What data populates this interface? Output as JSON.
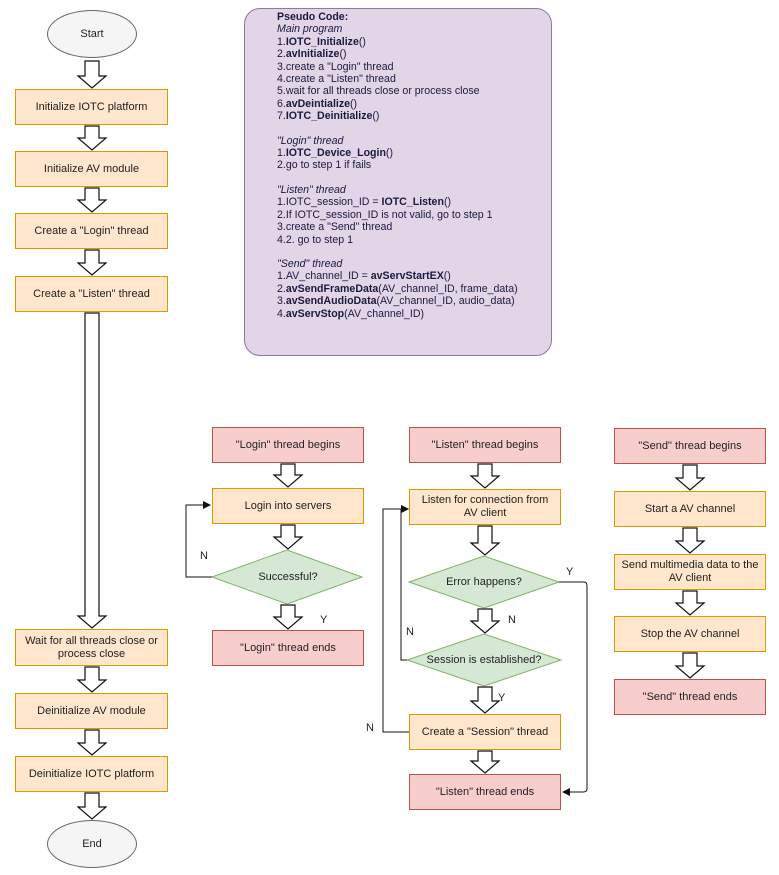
{
  "main": {
    "start": "Start",
    "end": "End",
    "steps": [
      "Initialize IOTC platform",
      "Initialize AV module",
      "Create a \"Login\" thread",
      "Create a \"Listen\" thread",
      "Wait for all threads close or process close",
      "Deinitialize AV module",
      "Deinitialize IOTC platform"
    ]
  },
  "pseudo": {
    "title": "Pseudo Code",
    "main_label": "Main program",
    "main_lines": [
      {
        "num": "1.",
        "bold": "IOTC_Initialize",
        "rest": "()"
      },
      {
        "num": "2.",
        "bold": "avInitialize",
        "rest": "()"
      },
      {
        "num": "3.",
        "bold": "",
        "rest": "create a \"Login\" thread"
      },
      {
        "num": "4.",
        "bold": "",
        "rest": "create a \"Listen\" thread"
      },
      {
        "num": "5.",
        "bold": "",
        "rest": "wait for all threads close or process close"
      },
      {
        "num": "6.",
        "bold": "avDeintialize",
        "rest": "()"
      },
      {
        "num": "7.",
        "bold": "IOTC_Deinitialize",
        "rest": "()"
      }
    ],
    "login_label": "\"Login\" thread",
    "login_lines": [
      {
        "num": "1.",
        "bold": "IOTC_Device_Login",
        "rest": "()"
      },
      {
        "num": "2.",
        "bold": "",
        "rest": "go to step 1 if fails"
      }
    ],
    "listen_label": "\"Listen\" thread",
    "listen_lines": [
      {
        "num": "1.",
        "pre": "IOTC_session_ID = ",
        "bold": "IOTC_Listen",
        "rest": "()"
      },
      {
        "num": "2.",
        "bold": "",
        "rest": "If IOTC_session_ID is not valid, go to step 1"
      },
      {
        "num": "3.",
        "bold": "",
        "rest": "create a \"Send\" thread"
      },
      {
        "num": "4.",
        "bold": "",
        "rest": "2. go to step 1"
      }
    ],
    "send_label": "\"Send\" thread",
    "send_lines": [
      {
        "num": "1.",
        "pre": "AV_channel_ID = ",
        "bold": "avServStartEX",
        "rest": "()"
      },
      {
        "num": "2.",
        "bold": "avSendFrameData",
        "rest": "(AV_channel_ID, frame_data)"
      },
      {
        "num": "3.",
        "bold": "avSendAudioData",
        "rest": "(AV_channel_ID, audio_data)"
      },
      {
        "num": "4.",
        "bold": "avServStop",
        "rest": "(AV_channel_ID)"
      }
    ]
  },
  "login_thread": {
    "begin": "\"Login\" thread begins",
    "step": "Login into servers",
    "decision": "Successful?",
    "yes": "Y",
    "no": "N",
    "end": "\"Login\" thread ends"
  },
  "listen_thread": {
    "begin": "\"Listen\" thread begins",
    "step": "Listen for connection from AV client",
    "decision1": "Error happens?",
    "decision2": "Session is established?",
    "create": "Create a \"Session\" thread",
    "end": "\"Listen\" thread ends",
    "n1": "N",
    "n2": "N",
    "n3": "N",
    "y1": "Y",
    "y2": "Y"
  },
  "send_thread": {
    "begin": "\"Send\" thread begins",
    "steps": [
      "Start a AV channel",
      "Send multimedia data to the AV client",
      "Stop the AV channel"
    ],
    "end": "\"Send\" thread ends"
  },
  "colors": {
    "process_fill": "#ffe6cc",
    "process_stroke": "#d79b00",
    "terminal_fill": "#f8cecc",
    "terminal_stroke": "#b85450",
    "decision_fill": "#d5e8d4",
    "decision_stroke": "#82b366",
    "pseudo_fill": "#e1d5e7",
    "pseudo_stroke": "#9673a6"
  }
}
